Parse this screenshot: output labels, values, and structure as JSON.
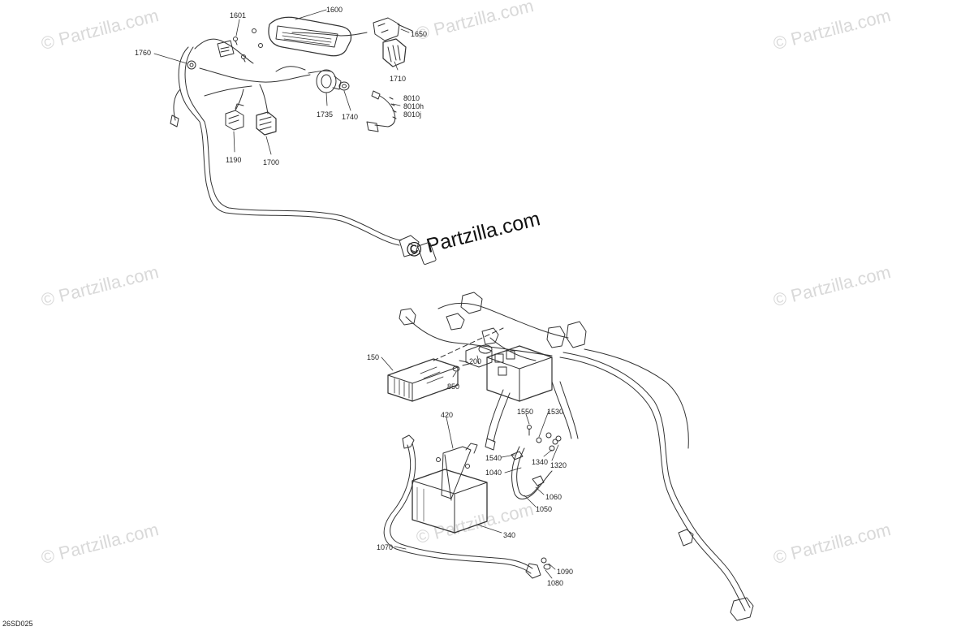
{
  "watermark": {
    "text": "© Partzilla.com",
    "center_text": "© Partzilla.com",
    "color": "#d9d9d9"
  },
  "diagram_code": "26SD025",
  "callouts": {
    "c1600": "1600",
    "c1601": "1601",
    "c1650": "1650",
    "c1760": "1760",
    "c1710": "1710",
    "c8010": "8010",
    "c8010h": "8010h",
    "c8010j": "8010j",
    "c1735": "1735",
    "c1740": "1740",
    "c1190": "1190",
    "c1700": "1700",
    "c150": "150",
    "c850": "850",
    "c200": "200",
    "c420": "420",
    "c1550": "1550",
    "c1530": "1530",
    "c1540": "1540",
    "c1340": "1340",
    "c1320": "1320",
    "c1040": "1040",
    "c1060": "1060",
    "c1050": "1050",
    "c340": "340",
    "c1070": "1070",
    "c1090": "1090",
    "c1080": "1080"
  }
}
